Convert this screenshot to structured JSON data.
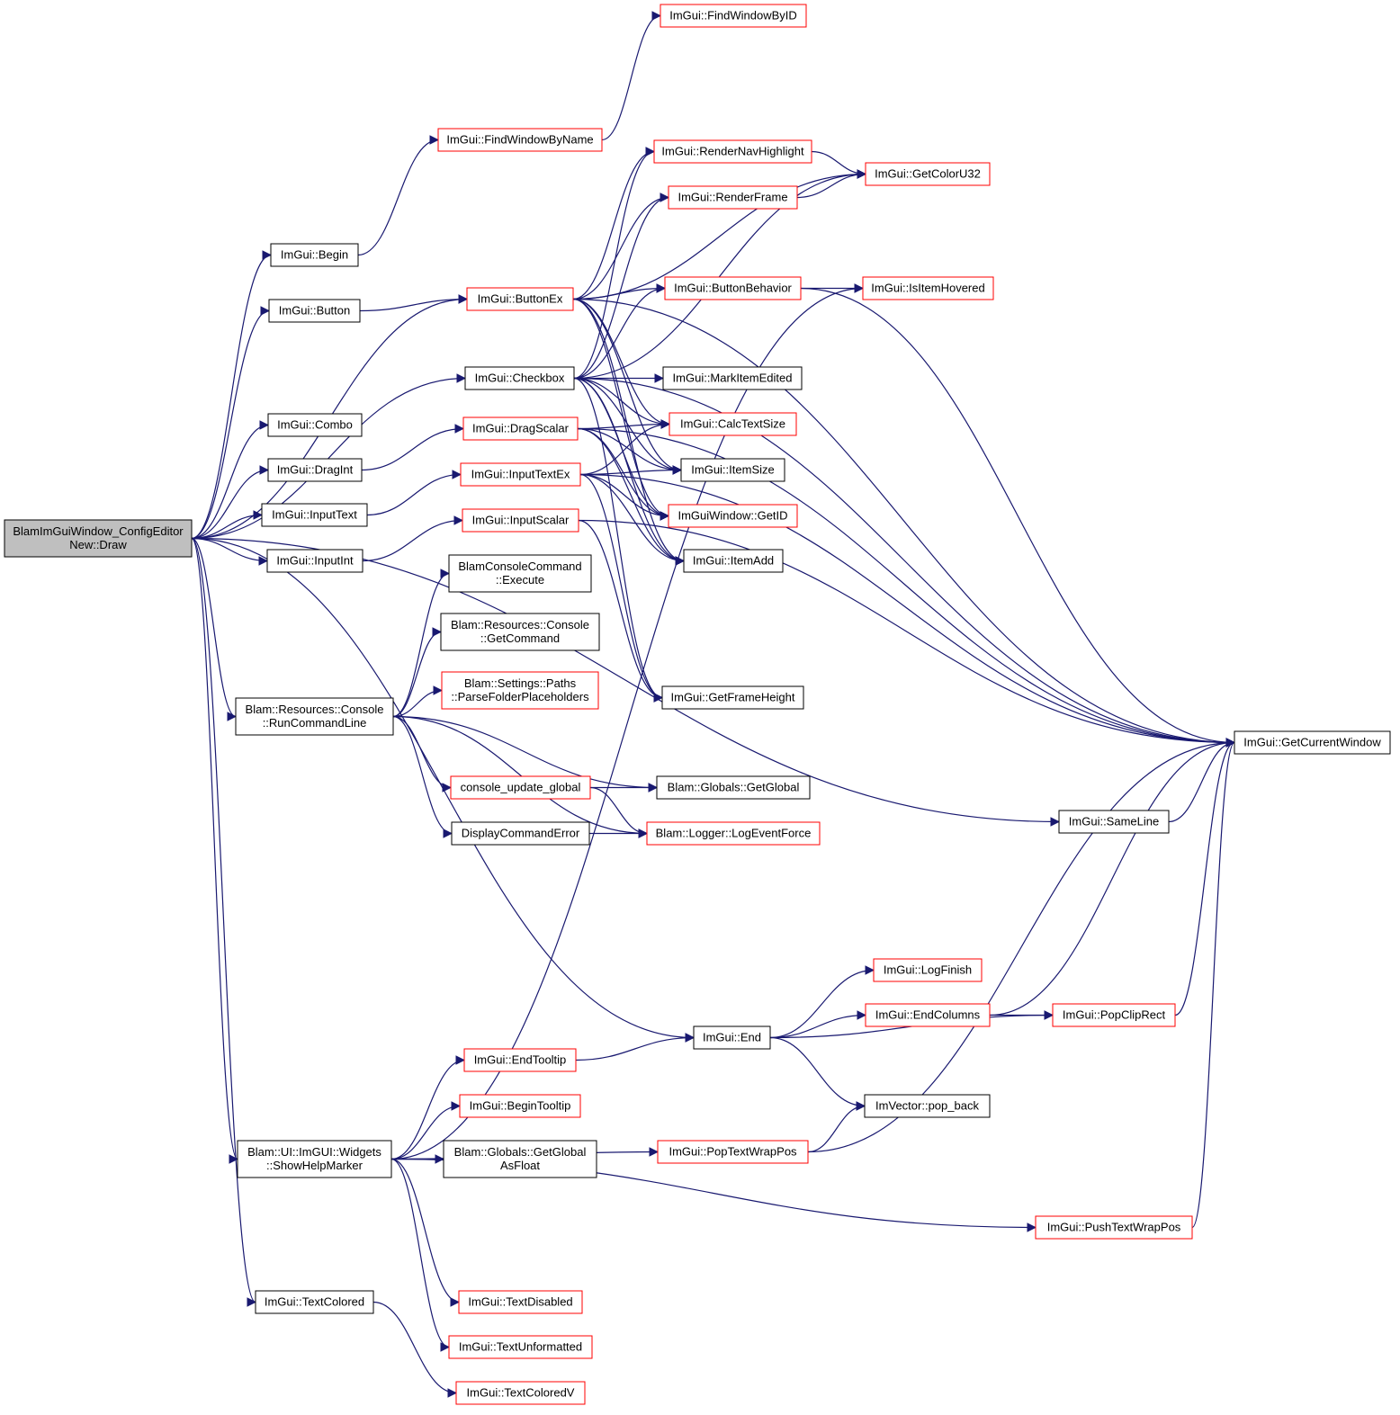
{
  "colors": {
    "edge": "#191970",
    "border_default": "#000000",
    "border_truncated": "#ff0000",
    "root_fill": "#bfbfbf",
    "node_fill": "#ffffff"
  },
  "nodes": [
    {
      "id": "root",
      "lines": [
        "BlamImGuiWindow_ConfigEditor",
        "New::Draw"
      ],
      "root": true
    },
    {
      "id": "Begin",
      "lines": [
        "ImGui::Begin"
      ]
    },
    {
      "id": "Button",
      "lines": [
        "ImGui::Button"
      ]
    },
    {
      "id": "Combo",
      "lines": [
        "ImGui::Combo"
      ]
    },
    {
      "id": "DragInt",
      "lines": [
        "ImGui::DragInt"
      ]
    },
    {
      "id": "InputText",
      "lines": [
        "ImGui::InputText"
      ]
    },
    {
      "id": "InputInt",
      "lines": [
        "ImGui::InputInt"
      ]
    },
    {
      "id": "RunCommandLine",
      "lines": [
        "Blam::Resources::Console",
        "::RunCommandLine"
      ]
    },
    {
      "id": "ShowHelpMarker",
      "lines": [
        "Blam::UI::ImGUI::Widgets",
        "::ShowHelpMarker"
      ]
    },
    {
      "id": "TextColored",
      "lines": [
        "ImGui::TextColored"
      ]
    },
    {
      "id": "FindWindowByName",
      "lines": [
        "ImGui::FindWindowByName"
      ],
      "truncated": true
    },
    {
      "id": "ButtonEx",
      "lines": [
        "ImGui::ButtonEx"
      ],
      "truncated": true
    },
    {
      "id": "Checkbox",
      "lines": [
        "ImGui::Checkbox"
      ]
    },
    {
      "id": "DragScalar",
      "lines": [
        "ImGui::DragScalar"
      ],
      "truncated": true
    },
    {
      "id": "InputTextEx",
      "lines": [
        "ImGui::InputTextEx"
      ],
      "truncated": true
    },
    {
      "id": "InputScalar",
      "lines": [
        "ImGui::InputScalar"
      ],
      "truncated": true
    },
    {
      "id": "Execute",
      "lines": [
        "BlamConsoleCommand",
        "::Execute"
      ]
    },
    {
      "id": "GetCommand",
      "lines": [
        "Blam::Resources::Console",
        "::GetCommand"
      ]
    },
    {
      "id": "ParseFolder",
      "lines": [
        "Blam::Settings::Paths",
        "::ParseFolderPlaceholders"
      ],
      "truncated": true
    },
    {
      "id": "ConsoleUpdate",
      "lines": [
        "console_update_global"
      ],
      "truncated": true
    },
    {
      "id": "DisplayCmdErr",
      "lines": [
        "DisplayCommandError"
      ]
    },
    {
      "id": "EndTooltip",
      "lines": [
        "ImGui::EndTooltip"
      ],
      "truncated": true
    },
    {
      "id": "BeginTooltip",
      "lines": [
        "ImGui::BeginTooltip"
      ],
      "truncated": true
    },
    {
      "id": "GetGlobalAsFloat",
      "lines": [
        "Blam::Globals::GetGlobal",
        "AsFloat"
      ]
    },
    {
      "id": "TextDisabled",
      "lines": [
        "ImGui::TextDisabled"
      ],
      "truncated": true
    },
    {
      "id": "TextUnformatted",
      "lines": [
        "ImGui::TextUnformatted"
      ],
      "truncated": true
    },
    {
      "id": "TextColoredV",
      "lines": [
        "ImGui::TextColoredV"
      ],
      "truncated": true
    },
    {
      "id": "FindWindowByID",
      "lines": [
        "ImGui::FindWindowByID"
      ],
      "truncated": true
    },
    {
      "id": "RenderNavHighlight",
      "lines": [
        "ImGui::RenderNavHighlight"
      ],
      "truncated": true
    },
    {
      "id": "RenderFrame",
      "lines": [
        "ImGui::RenderFrame"
      ],
      "truncated": true
    },
    {
      "id": "ButtonBehavior",
      "lines": [
        "ImGui::ButtonBehavior"
      ],
      "truncated": true
    },
    {
      "id": "MarkItemEdited",
      "lines": [
        "ImGui::MarkItemEdited"
      ]
    },
    {
      "id": "CalcTextSize",
      "lines": [
        "ImGui::CalcTextSize"
      ],
      "truncated": true
    },
    {
      "id": "ItemSize",
      "lines": [
        "ImGui::ItemSize"
      ]
    },
    {
      "id": "GetID",
      "lines": [
        "ImGuiWindow::GetID"
      ],
      "truncated": true
    },
    {
      "id": "ItemAdd",
      "lines": [
        "ImGui::ItemAdd"
      ]
    },
    {
      "id": "GetFrameHeight",
      "lines": [
        "ImGui::GetFrameHeight"
      ]
    },
    {
      "id": "GetGlobal",
      "lines": [
        "Blam::Globals::GetGlobal"
      ]
    },
    {
      "id": "LogEventForce",
      "lines": [
        "Blam::Logger::LogEventForce"
      ],
      "truncated": true
    },
    {
      "id": "End",
      "lines": [
        "ImGui::End"
      ]
    },
    {
      "id": "PopTextWrapPos",
      "lines": [
        "ImGui::PopTextWrapPos"
      ],
      "truncated": true
    },
    {
      "id": "GetColorU32",
      "lines": [
        "ImGui::GetColorU32"
      ],
      "truncated": true
    },
    {
      "id": "IsItemHovered",
      "lines": [
        "ImGui::IsItemHovered"
      ],
      "truncated": true
    },
    {
      "id": "LogFinish",
      "lines": [
        "ImGui::LogFinish"
      ],
      "truncated": true
    },
    {
      "id": "EndColumns",
      "lines": [
        "ImGui::EndColumns"
      ],
      "truncated": true
    },
    {
      "id": "PopVector",
      "lines": [
        "ImVector::pop_back"
      ]
    },
    {
      "id": "SameLine",
      "lines": [
        "ImGui::SameLine"
      ]
    },
    {
      "id": "PopClipRect",
      "lines": [
        "ImGui::PopClipRect"
      ],
      "truncated": true
    },
    {
      "id": "PushTextWrapPos",
      "lines": [
        "ImGui::PushTextWrapPos"
      ],
      "truncated": true
    },
    {
      "id": "GetCurrentWindow",
      "lines": [
        "ImGui::GetCurrentWindow"
      ]
    }
  ],
  "edges": [
    [
      "root",
      "Begin"
    ],
    [
      "root",
      "Button"
    ],
    [
      "root",
      "Checkbox"
    ],
    [
      "root",
      "Combo"
    ],
    [
      "root",
      "DragInt"
    ],
    [
      "root",
      "InputText"
    ],
    [
      "root",
      "InputInt"
    ],
    [
      "root",
      "RunCommandLine"
    ],
    [
      "root",
      "ShowHelpMarker"
    ],
    [
      "root",
      "TextColored"
    ],
    [
      "root",
      "End"
    ],
    [
      "root",
      "SameLine"
    ],
    [
      "root",
      "ButtonEx"
    ],
    [
      "Begin",
      "FindWindowByName"
    ],
    [
      "FindWindowByName",
      "FindWindowByID"
    ],
    [
      "Button",
      "ButtonEx"
    ],
    [
      "DragInt",
      "DragScalar"
    ],
    [
      "InputText",
      "InputTextEx"
    ],
    [
      "InputInt",
      "InputScalar"
    ],
    [
      "ButtonEx",
      "ButtonBehavior"
    ],
    [
      "ButtonEx",
      "RenderNavHighlight"
    ],
    [
      "ButtonEx",
      "RenderFrame"
    ],
    [
      "ButtonEx",
      "GetColorU32"
    ],
    [
      "ButtonEx",
      "GetCurrentWindow"
    ],
    [
      "ButtonEx",
      "CalcTextSize"
    ],
    [
      "ButtonEx",
      "ItemSize"
    ],
    [
      "ButtonEx",
      "GetID"
    ],
    [
      "ButtonEx",
      "ItemAdd"
    ],
    [
      "Checkbox",
      "MarkItemEdited"
    ],
    [
      "Checkbox",
      "CalcTextSize"
    ],
    [
      "Checkbox",
      "ItemSize"
    ],
    [
      "Checkbox",
      "GetID"
    ],
    [
      "Checkbox",
      "ItemAdd"
    ],
    [
      "Checkbox",
      "GetCurrentWindow"
    ],
    [
      "Checkbox",
      "ButtonBehavior"
    ],
    [
      "Checkbox",
      "RenderNavHighlight"
    ],
    [
      "Checkbox",
      "RenderFrame"
    ],
    [
      "Checkbox",
      "GetColorU32"
    ],
    [
      "Checkbox",
      "GetFrameHeight"
    ],
    [
      "DragScalar",
      "CalcTextSize"
    ],
    [
      "DragScalar",
      "ItemSize"
    ],
    [
      "DragScalar",
      "GetID"
    ],
    [
      "DragScalar",
      "ItemAdd"
    ],
    [
      "DragScalar",
      "GetCurrentWindow"
    ],
    [
      "InputTextEx",
      "CalcTextSize"
    ],
    [
      "InputTextEx",
      "ItemSize"
    ],
    [
      "InputTextEx",
      "GetID"
    ],
    [
      "InputTextEx",
      "ItemAdd"
    ],
    [
      "InputTextEx",
      "GetCurrentWindow"
    ],
    [
      "InputTextEx",
      "GetFrameHeight"
    ],
    [
      "InputScalar",
      "GetFrameHeight"
    ],
    [
      "InputScalar",
      "GetCurrentWindow"
    ],
    [
      "RenderNavHighlight",
      "GetColorU32"
    ],
    [
      "RenderFrame",
      "GetColorU32"
    ],
    [
      "ButtonBehavior",
      "IsItemHovered"
    ],
    [
      "ButtonBehavior",
      "GetCurrentWindow"
    ],
    [
      "RunCommandLine",
      "Execute"
    ],
    [
      "RunCommandLine",
      "GetCommand"
    ],
    [
      "RunCommandLine",
      "ParseFolder"
    ],
    [
      "RunCommandLine",
      "ConsoleUpdate"
    ],
    [
      "RunCommandLine",
      "DisplayCmdErr"
    ],
    [
      "RunCommandLine",
      "GetGlobal"
    ],
    [
      "RunCommandLine",
      "LogEventForce"
    ],
    [
      "ConsoleUpdate",
      "GetGlobal"
    ],
    [
      "ConsoleUpdate",
      "LogEventForce"
    ],
    [
      "DisplayCmdErr",
      "LogEventForce"
    ],
    [
      "ShowHelpMarker",
      "EndTooltip"
    ],
    [
      "ShowHelpMarker",
      "BeginTooltip"
    ],
    [
      "ShowHelpMarker",
      "GetGlobalAsFloat"
    ],
    [
      "ShowHelpMarker",
      "TextDisabled"
    ],
    [
      "ShowHelpMarker",
      "TextUnformatted"
    ],
    [
      "ShowHelpMarker",
      "PopTextWrapPos"
    ],
    [
      "ShowHelpMarker",
      "PushTextWrapPos"
    ],
    [
      "ShowHelpMarker",
      "IsItemHovered"
    ],
    [
      "TextColored",
      "TextColoredV"
    ],
    [
      "EndTooltip",
      "End"
    ],
    [
      "End",
      "LogFinish"
    ],
    [
      "End",
      "EndColumns"
    ],
    [
      "End",
      "PopClipRect"
    ],
    [
      "End",
      "PopVector"
    ],
    [
      "EndColumns",
      "PopClipRect"
    ],
    [
      "EndColumns",
      "GetCurrentWindow"
    ],
    [
      "PopClipRect",
      "GetCurrentWindow"
    ],
    [
      "PopTextWrapPos",
      "PopVector"
    ],
    [
      "PopTextWrapPos",
      "GetCurrentWindow"
    ],
    [
      "PushTextWrapPos",
      "GetCurrentWindow"
    ],
    [
      "SameLine",
      "GetCurrentWindow"
    ]
  ]
}
